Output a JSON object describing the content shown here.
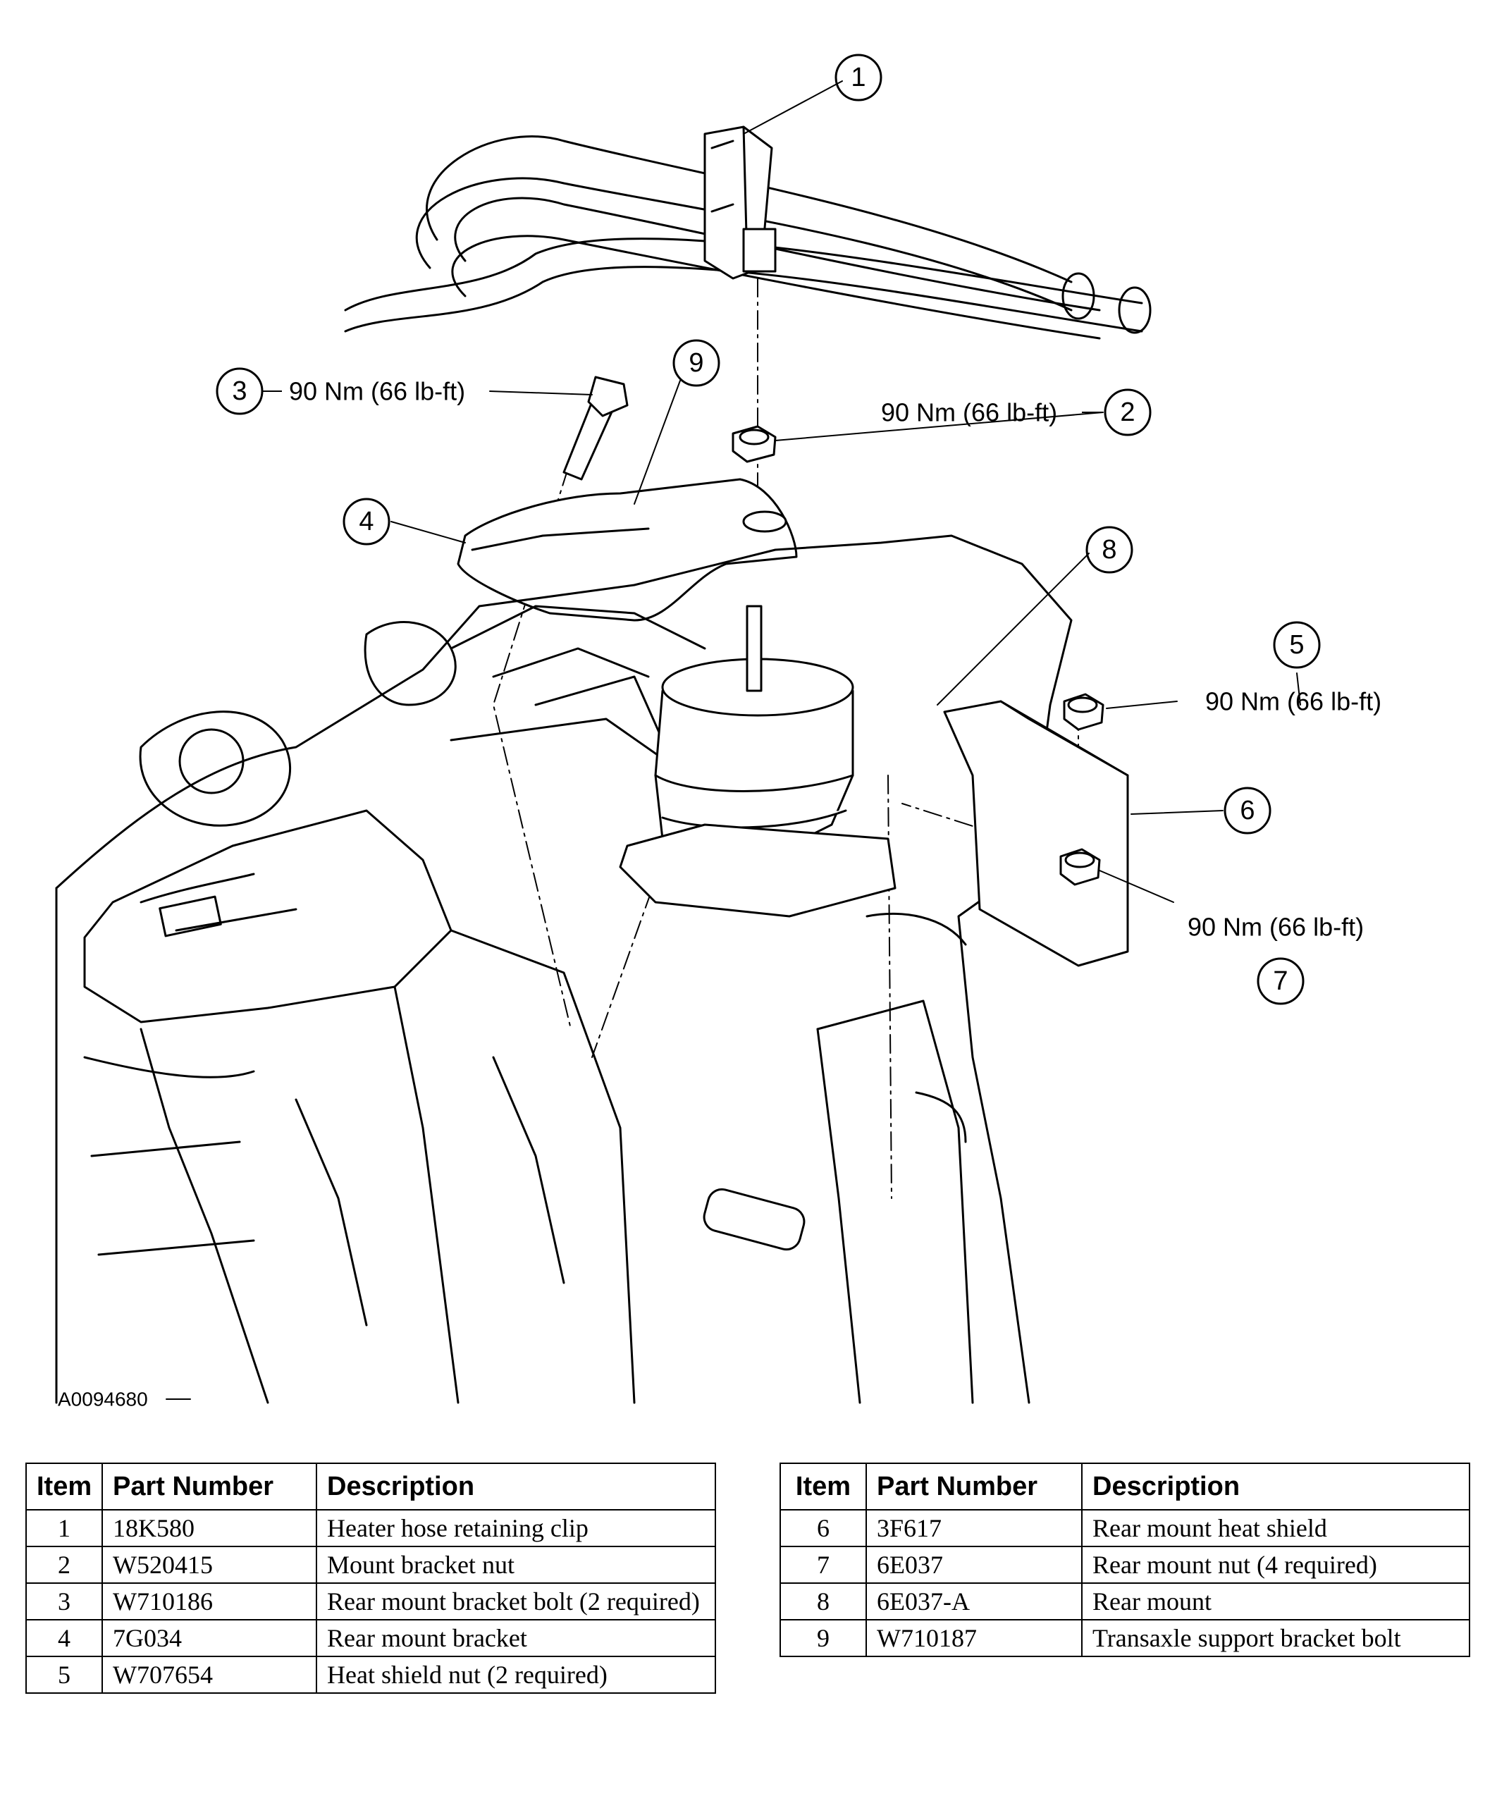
{
  "figure_id": "A0094680",
  "callouts": {
    "c1": {
      "num": "1"
    },
    "c2": {
      "num": "2",
      "torque": "90 Nm (66 lb-ft)"
    },
    "c3": {
      "num": "3",
      "torque": "90 Nm (66 lb-ft)"
    },
    "c4": {
      "num": "4"
    },
    "c5": {
      "num": "5",
      "torque": "90 Nm (66 lb-ft)"
    },
    "c6": {
      "num": "6"
    },
    "c7": {
      "num": "7",
      "torque": "90 Nm (66 lb-ft)"
    },
    "c8": {
      "num": "8"
    },
    "c9": {
      "num": "9"
    }
  },
  "tables": {
    "headers": {
      "item": "Item",
      "part_number": "Part Number",
      "description": "Description"
    },
    "left": [
      {
        "item": "1",
        "part_number": "18K580",
        "description": "Heater hose retaining clip"
      },
      {
        "item": "2",
        "part_number": "W520415",
        "description": "Mount bracket nut"
      },
      {
        "item": "3",
        "part_number": "W710186",
        "description": "Rear mount bracket bolt (2 required)"
      },
      {
        "item": "4",
        "part_number": "7G034",
        "description": "Rear mount bracket"
      },
      {
        "item": "5",
        "part_number": "W707654",
        "description": "Heat shield nut (2 required)"
      }
    ],
    "right": [
      {
        "item": "6",
        "part_number": "3F617",
        "description": "Rear mount heat shield"
      },
      {
        "item": "7",
        "part_number": "6E037",
        "description": "Rear mount nut (4 required)"
      },
      {
        "item": "8",
        "part_number": "6E037-A",
        "description": "Rear mount"
      },
      {
        "item": "9",
        "part_number": "W710187",
        "description": "Transaxle support bracket bolt"
      }
    ]
  }
}
